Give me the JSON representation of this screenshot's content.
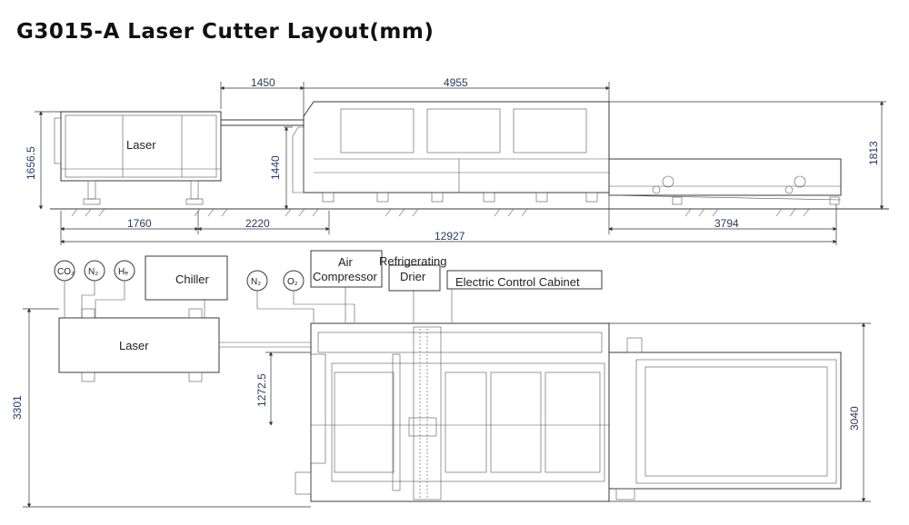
{
  "title": "G3015-A Laser Cutter Layout(mm)",
  "side_view": {
    "labels": {
      "laser": "Laser"
    },
    "dimensions": {
      "d1450": "1450",
      "d4955": "4955",
      "d1656": "1656.5",
      "d1440": "1440",
      "d1813": "1813",
      "d1760": "1760",
      "d2220": "2220",
      "d3794": "3794",
      "d12927": "12927"
    }
  },
  "top_view": {
    "circles": {
      "co2": "CO₂",
      "n2a": "N₂",
      "he": "Hₑ",
      "n2b": "N₂",
      "o2": "O₂"
    },
    "labels": {
      "chiller": "Chiller",
      "air_line1": "Air",
      "air_line2": "Compressor",
      "drier_line1": "Refrigerating",
      "drier_line2": "Drier",
      "cabinet": "Electric Control Cabinet",
      "laser": "Laser"
    },
    "dimensions": {
      "d3301": "3301",
      "d1272": "1272.5",
      "d3040": "3040"
    }
  }
}
